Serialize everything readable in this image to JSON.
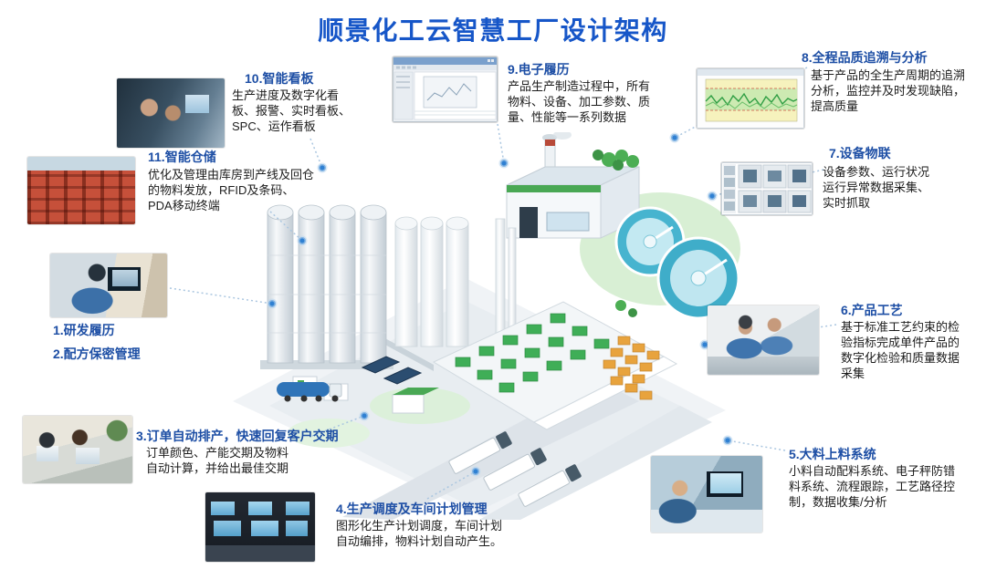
{
  "title": "顺景化工云智慧工厂设计架构",
  "colors": {
    "title_blue": "#1656c8",
    "heading_blue": "#1e4fa5",
    "connector_dot_blue": "#2f80d2",
    "factory_green": "#49a854",
    "clarifier_blue": "#3fadc9",
    "pallet_orange": "#e8a33d"
  },
  "callouts": {
    "c1": {
      "heading": "1.研发履历"
    },
    "c2": {
      "heading": "2.配方保密管理"
    },
    "c3": {
      "heading": "3.订单自动排产，快速回复客户交期",
      "body": "订单颜色、产能交期及物料自动计算，并给出最佳交期"
    },
    "c4": {
      "heading": "4.生产调度及车间计划管理",
      "body": "图形化生产计划调度，车间计划自动编排，物料计划自动产生。"
    },
    "c5": {
      "heading": "5.大料上料系统",
      "body": "小料自动配料系统、电子秤防错料系统、流程跟踪，工艺路径控制，数据收集/分析"
    },
    "c6": {
      "heading": "6.产品工艺",
      "body": "基于标准工艺约束的检验指标完成单件产品的数字化检验和质量数据采集"
    },
    "c7": {
      "heading": "7.设备物联",
      "body": "设备参数、运行状况\n运行异常数据采集、\n实时抓取"
    },
    "c8": {
      "heading": "8.全程品质追溯与分析",
      "body": "基于产品的全生产周期的追溯分析，监控并及时发现缺陷，提高质量"
    },
    "c9": {
      "heading": "9.电子履历",
      "body": "产品生产制造过程中，所有物料、设备、加工参数、质量、性能等一系列数据"
    },
    "c10": {
      "heading": "10.智能看板",
      "body": "生产进度及数字化看板、报警、实时看板、SPC、运作看板"
    },
    "c11": {
      "heading": "11.智能仓储",
      "body": "优化及管理由库房到产线及回仓的物料发放，RFID及条码、PDA移动终端"
    }
  }
}
